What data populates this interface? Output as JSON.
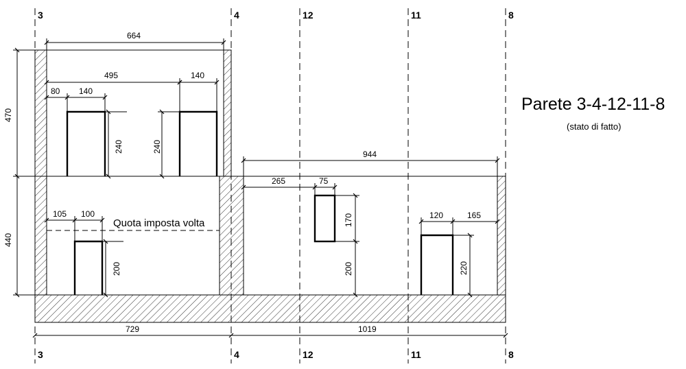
{
  "title": "Parete 3-4-12-11-8",
  "subtitle": "(stato di fatto)",
  "note_imposta": "Quota imposta volta",
  "axes": {
    "a3": "3",
    "a4": "4",
    "a12": "12",
    "a11": "11",
    "a8": "8"
  },
  "dimensions": {
    "upper_width": "664",
    "upper_inner": "495",
    "upper_offset": "80",
    "upper_door1_width": "140",
    "upper_door2_width": "140",
    "upper_door1_height": "240",
    "upper_door2_height": "240",
    "upper_level_height": "470",
    "lower_level_height": "440",
    "lower_offset": "105",
    "lower_door_width": "100",
    "lower_door_height": "200",
    "right_total": "944",
    "right_offset": "265",
    "window_width": "75",
    "window_height": "170",
    "window_sill": "200",
    "right_door_width": "120",
    "right_door_side": "165",
    "right_door_height": "220",
    "bottom_left": "729",
    "bottom_right": "1019"
  }
}
